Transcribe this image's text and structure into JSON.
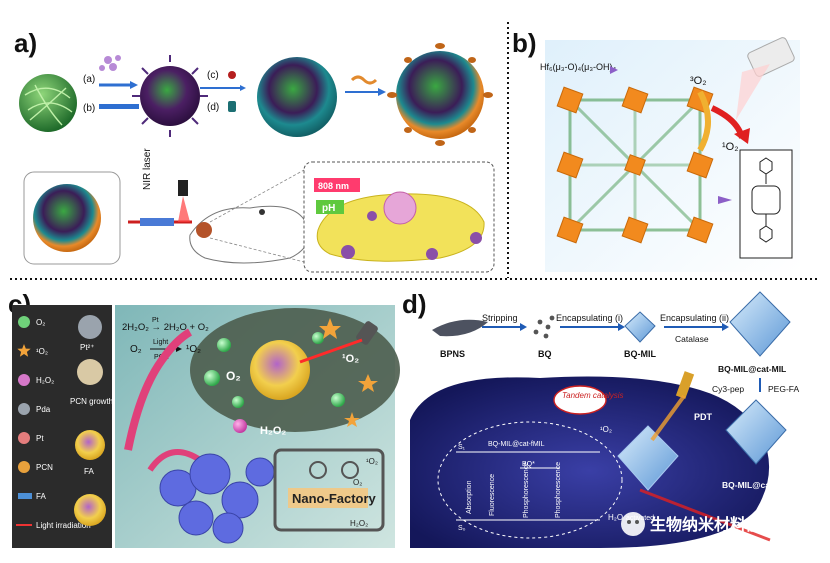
{
  "panels": {
    "a": {
      "label": "a)",
      "steps": [
        "(a)",
        "(b)",
        "(c)",
        "(d)"
      ],
      "nir_label": "NIR laser",
      "wavelength": "808 nm",
      "ph": "pH"
    },
    "b": {
      "label": "b)",
      "cluster_formula": "Hf₆(μ₃-O)₄(μ₃-OH)₄",
      "triplet_o2": "³O₂",
      "singlet_o2": "¹O₂"
    },
    "c": {
      "label": "c)",
      "legend": [
        {
          "label": "O₂",
          "color": "#6fd17a",
          "icon": "o2-sphere-icon"
        },
        {
          "label": "¹O₂",
          "color": "#f2a33a",
          "icon": "singlet-oxygen-star-icon"
        },
        {
          "label": "H₂O₂",
          "color": "#d678c9",
          "icon": "h2o2-molecule-icon"
        },
        {
          "label": "Pda",
          "color": "#9aa3ad",
          "icon": "pda-sphere-icon"
        },
        {
          "label": "Pt",
          "color": "#e47d7d",
          "icon": "pt-sphere-icon"
        },
        {
          "label": "PCN",
          "color": "#e8a13c",
          "icon": "pcn-sphere-icon"
        },
        {
          "label": "FA",
          "color": "#4c8fd6",
          "icon": "fa-rod-icon"
        },
        {
          "label": "Light irradiation",
          "color": "#e33",
          "icon": "light-icon"
        }
      ],
      "steps": [
        "Pt²⁺",
        "PCN growth",
        "FA"
      ],
      "eq1": "2H₂O₂ → 2H₂O + O₂",
      "eq1_catalyst": "Pt",
      "eq2_left": "O₂",
      "eq2_right": "¹O₂",
      "eq2_top": "Light",
      "eq2_bottom": "PCN",
      "bubble_o2": "O₂",
      "bubble_singlet": "¹O₂",
      "bubble_h2o2": "H₂O₂",
      "factory": "Nano-Factory",
      "factory_o2": "O₂",
      "factory_singlet": "¹O₂",
      "factory_h2o2": "H₂O₂"
    },
    "d": {
      "label": "d)",
      "flow": [
        "BPNS",
        "BQ",
        "BQ-MIL",
        "BQ-MIL@cat-MIL"
      ],
      "arrows": [
        "Stripping",
        "Encapsulating (i)",
        "Encapsulating (ii)"
      ],
      "catalase": "Catalase",
      "cy3": "Cy3-pep",
      "pegfa": "PEG-FA",
      "tandem": "Tandem catalysis",
      "pdt": "PDT",
      "product": "BQ-MIL@cat-fMIL",
      "inset_title": "BQ-MIL@cat-fMIL",
      "inset_labels": [
        "Absorption",
        "Fluorescence",
        "Phosphorescence",
        "Phosphorescence"
      ],
      "states": [
        "S₁",
        "BQ*",
        "S₀"
      ],
      "singlet": "¹O₂",
      "activated": "activated",
      "h2o2": "H₂O"
    }
  },
  "watermark": "生物纳米材料前沿"
}
